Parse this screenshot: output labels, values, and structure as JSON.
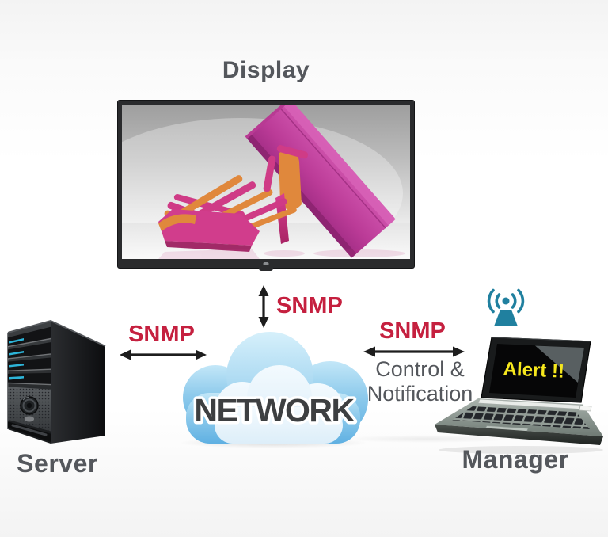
{
  "diagram": {
    "display": {
      "label": "Display"
    },
    "server": {
      "label": "Server"
    },
    "manager": {
      "label": "Manager"
    },
    "cloud": {
      "label": "NETWORK"
    },
    "laptop_alert": {
      "label": "Alert !!"
    },
    "links": {
      "display_network": {
        "protocol": "SNMP"
      },
      "server_network": {
        "protocol": "SNMP"
      },
      "manager_network": {
        "protocol": "SNMP",
        "description_line1": "Control &",
        "description_line2": "Notification"
      }
    },
    "colors": {
      "snmp_red": "#c5203f",
      "label_gray": "#54575c",
      "alert_yellow": "#f6e71d",
      "wifi_teal": "#20809f",
      "network_text_gray": "#3d3f41",
      "cloud_blue": "#8fcbec",
      "arrow_black": "#1d1d1d"
    }
  }
}
